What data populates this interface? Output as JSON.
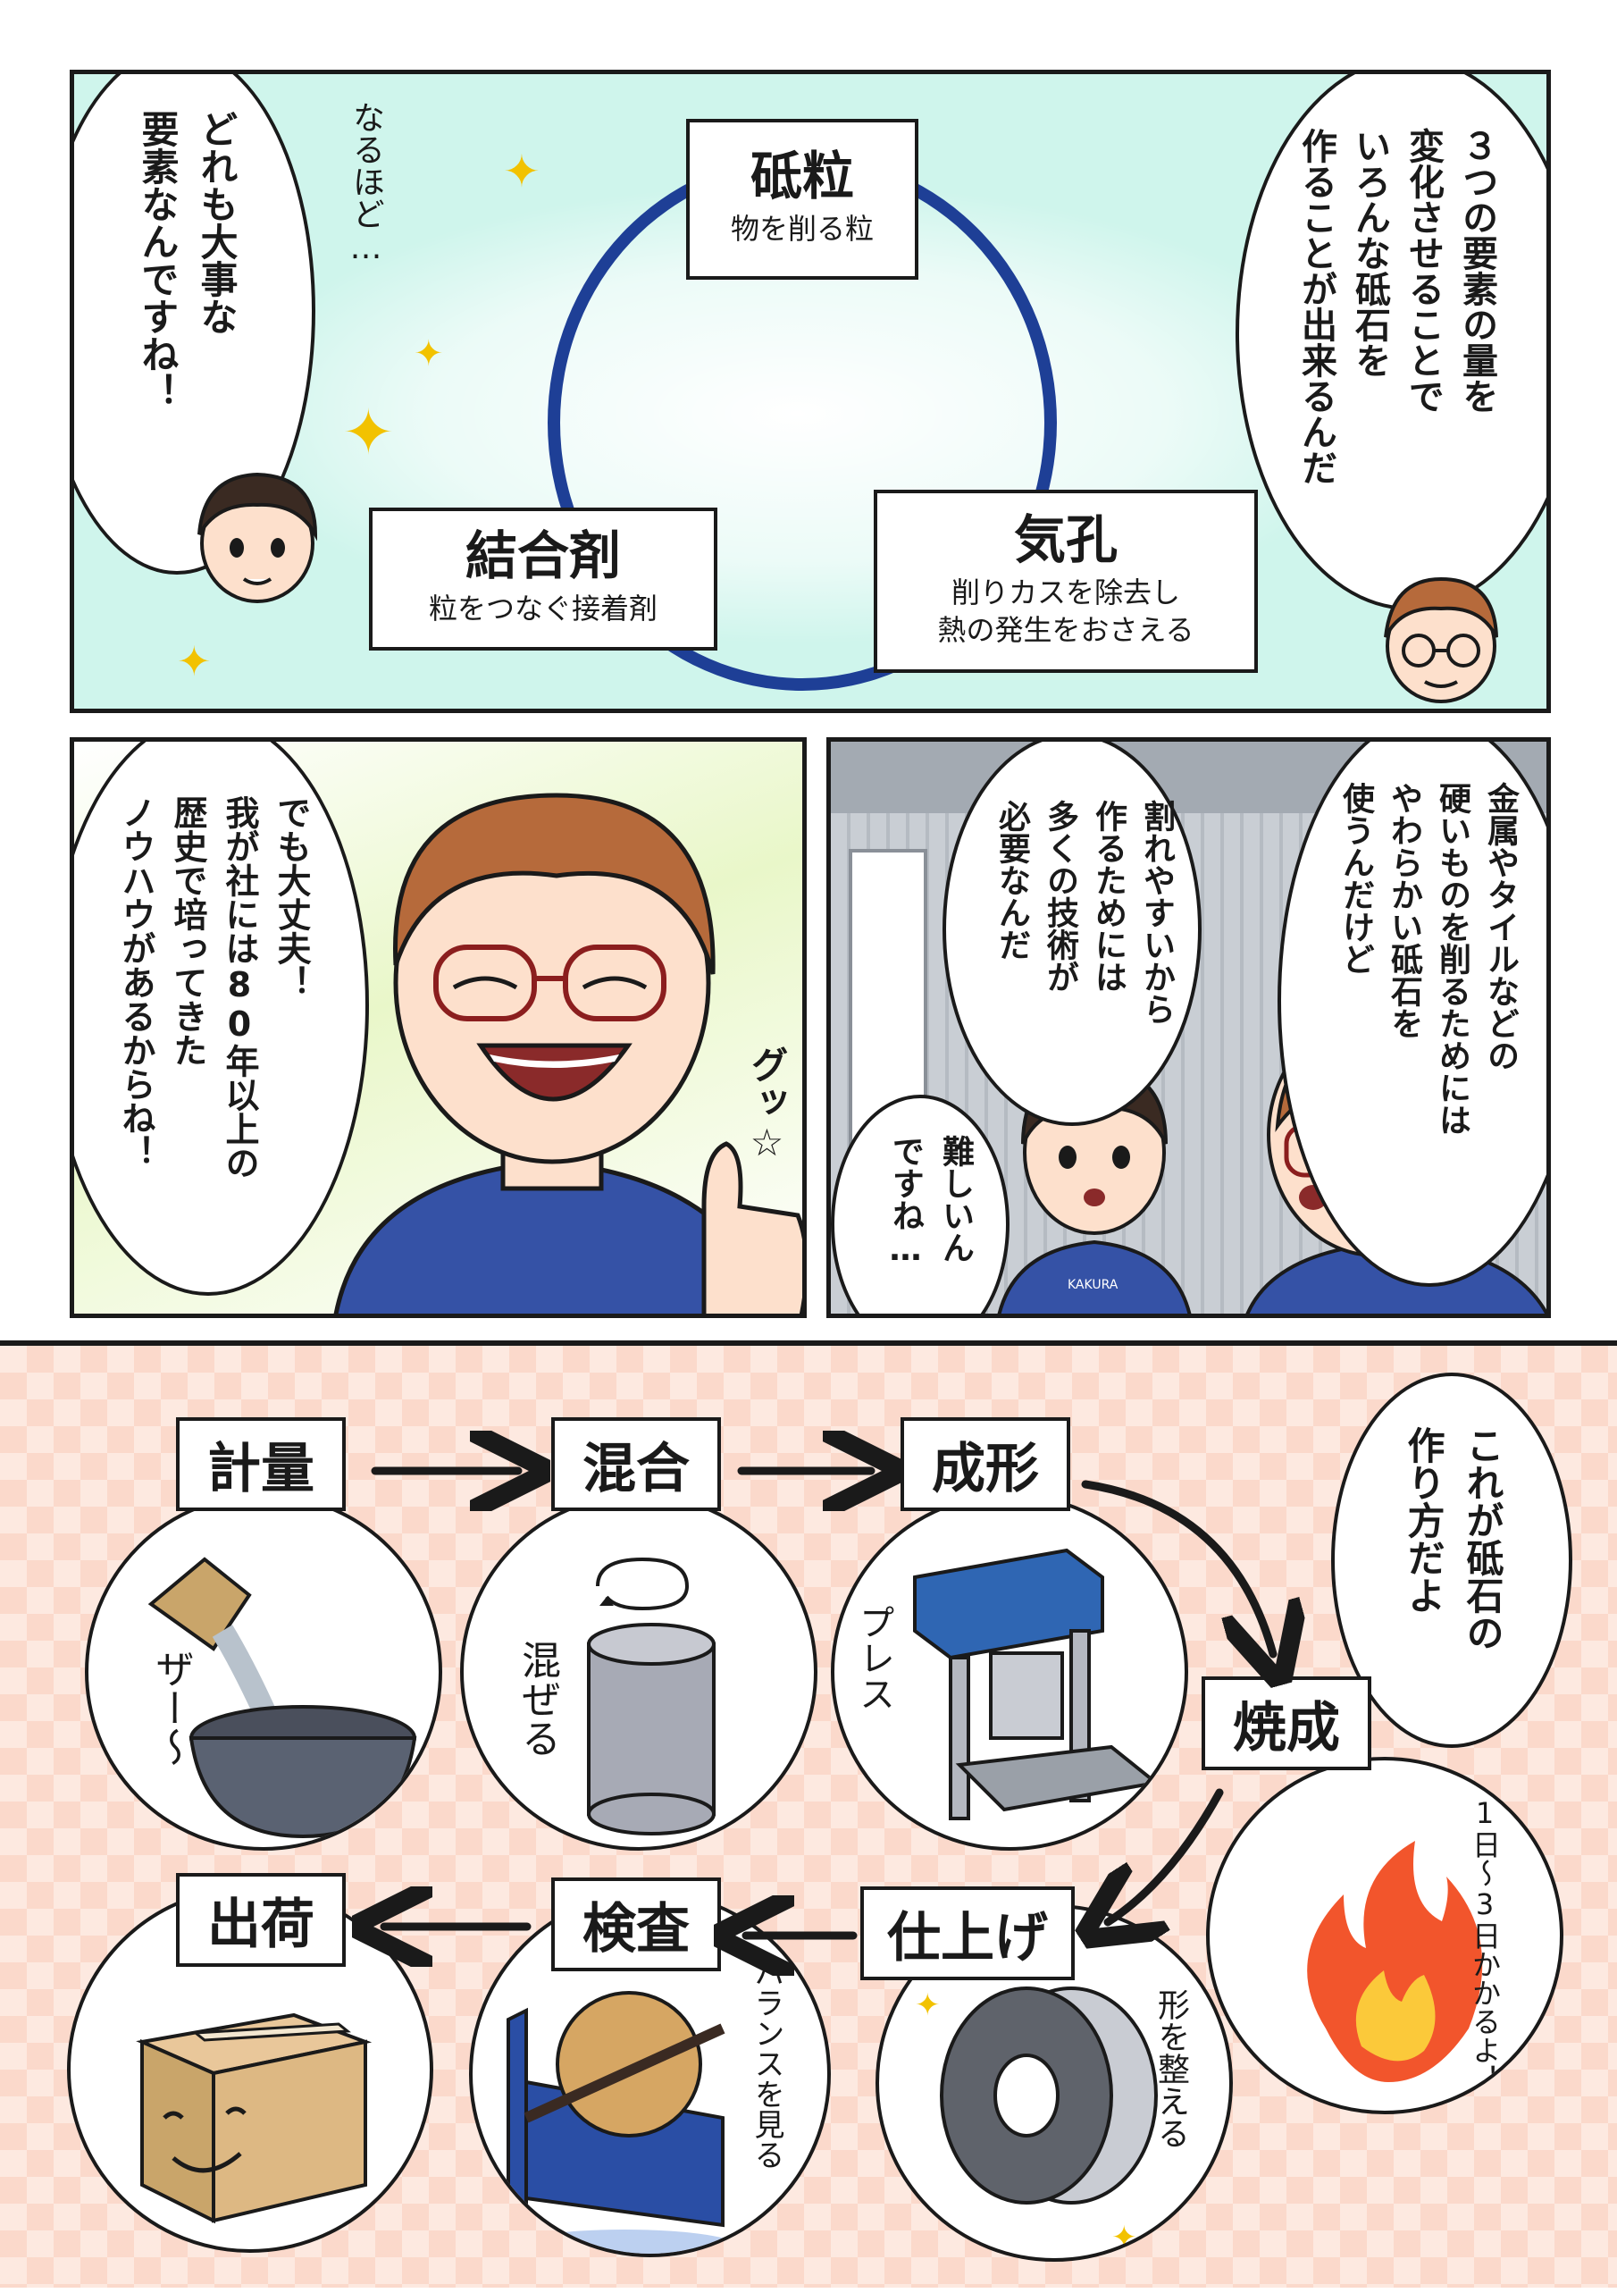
{
  "panel1": {
    "right_bubble": [
      "３つの要素の量を",
      "変化させることで",
      "いろんな砥石を",
      "作ることが出来るんだ"
    ],
    "left_bubble": [
      "どれも大事な",
      "要素なんですね！"
    ],
    "naruhodo": "なるほど…",
    "elements": [
      {
        "title": "砥粒",
        "subtitle": "物を削る粒"
      },
      {
        "title": "結合剤",
        "subtitle": "粒をつなぐ接着剤"
      },
      {
        "title": "気孔",
        "subtitle_lines": [
          "削りカスを除去し",
          "熱の発生をおさえる"
        ]
      }
    ],
    "ring_color": "#1e3f96"
  },
  "panel2": {
    "bubble": [
      "でも大丈夫！",
      "我が社には80年以上の",
      "歴史で培ってきた",
      "ノウハウがあるからね！"
    ],
    "sfx": "グッ☆"
  },
  "panel3": {
    "bubble_right": [
      "金属やタイルなどの",
      "硬いものを削るためには",
      "やわらかい砥石を",
      "使うんだけど"
    ],
    "bubble_mid": [
      "割れやすいから",
      "作るためには",
      "多くの技術が",
      "必要なんだ"
    ],
    "bubble_small": [
      "難しいん",
      "ですね…"
    ],
    "shirt_logo": "KAKURA"
  },
  "process": {
    "intro_bubble": [
      "これが砥石の",
      "作り方だよ"
    ],
    "steps": [
      {
        "label": "計量",
        "note": "ザー〜"
      },
      {
        "label": "混合",
        "note": "混ぜる"
      },
      {
        "label": "成形",
        "note": "プレス"
      },
      {
        "label": "焼成",
        "note": "1日〜3日かかるよ！"
      },
      {
        "label": "仕上げ",
        "note": "形を整える"
      },
      {
        "label": "検査",
        "note": "バランスを見る"
      },
      {
        "label": "出荷",
        "note": ""
      }
    ],
    "colors": {
      "checker_a": "#fbd9cb",
      "checker_b": "#fde9e0",
      "accent_blue": "#2f66b3",
      "flame": "#f2552c"
    }
  }
}
